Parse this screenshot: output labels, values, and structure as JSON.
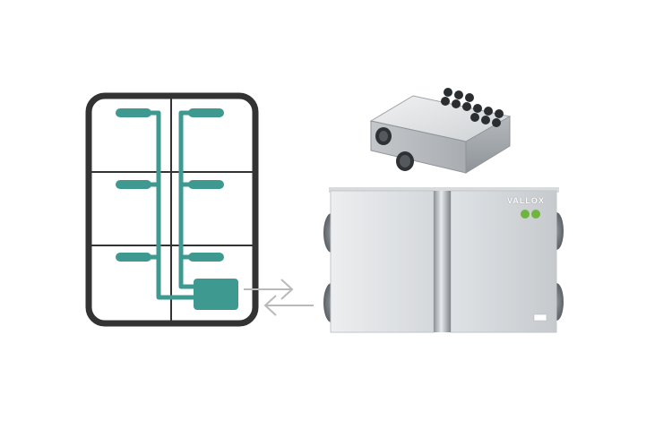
{
  "product": {
    "brand": "VALLOX"
  },
  "colors": {
    "house_outline": "#333333",
    "duct_teal": "#3e9a91",
    "arrow_gray": "#b9b9b9",
    "metal_light": "#e6e8ea",
    "metal_mid": "#c9ccd0",
    "metal_dark": "#9ea3a8"
  },
  "icons": [
    "house-diagram-icon",
    "arrow-right-icon",
    "arrow-left-icon",
    "distribution-box-image",
    "ventilation-unit-image"
  ]
}
